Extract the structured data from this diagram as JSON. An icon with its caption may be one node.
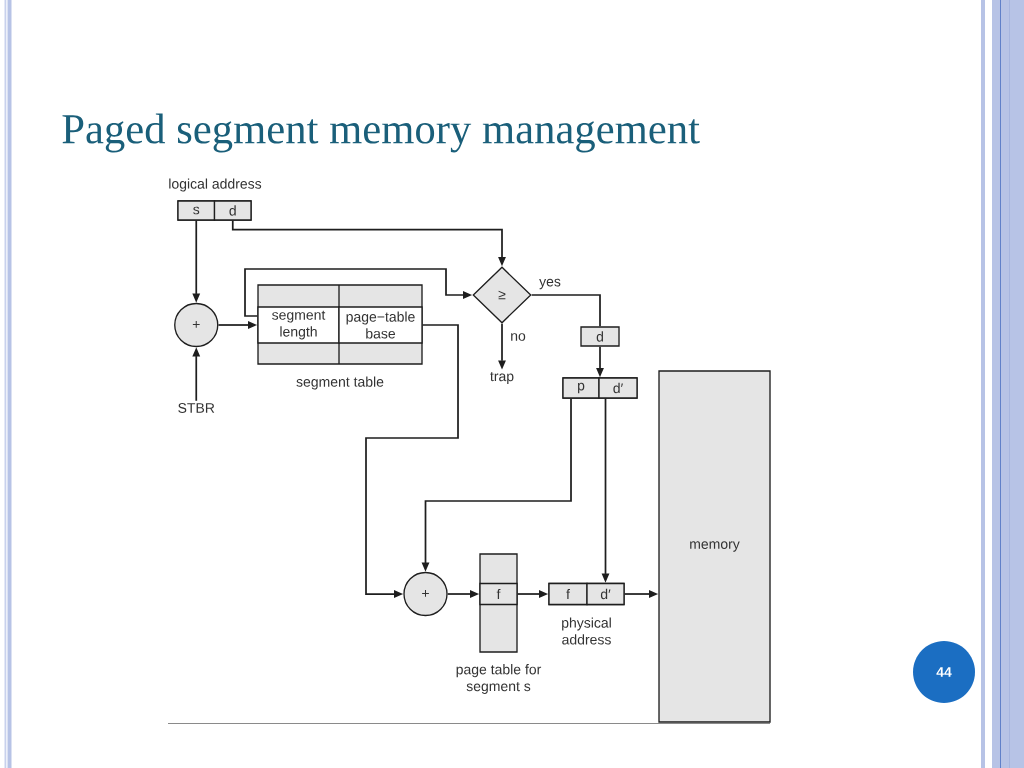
{
  "diagram": {
    "title": "Paged segment memory management",
    "nodes": [
      {
        "text": [
          "logical address"
        ]
      },
      {
        "text": [
          "s"
        ],
        "in": 0
      },
      {
        "text": [
          "d"
        ],
        "in": 0
      },
      {
        "text": [
          "+"
        ]
      },
      {
        "text": [
          "STBR"
        ]
      },
      {
        "text": [
          "segment table"
        ]
      },
      {
        "text": [
          "segment length"
        ],
        "in": 5
      },
      {
        "text": [
          "page−table base"
        ],
        "in": 5
      },
      {
        "text": [
          "≥"
        ]
      },
      {
        "text": [
          "trap"
        ]
      },
      {
        "text": [
          "d"
        ]
      },
      {
        "text": [],
        "shape": "box"
      },
      {
        "text": [
          "p"
        ],
        "in": 11
      },
      {
        "text": [
          "d′"
        ],
        "in": 11
      },
      {
        "text": [
          "+"
        ]
      },
      {
        "text": [
          "page table for segment s"
        ]
      },
      {
        "text": [
          "f"
        ],
        "in": 15
      },
      {
        "text": [
          "physical address"
        ]
      },
      {
        "text": [
          "f"
        ],
        "in": 17
      },
      {
        "text": [
          "d′"
        ],
        "in": 17
      },
      {
        "text": [
          "memory"
        ]
      }
    ],
    "edges": [
      {
        "from": 1,
        "to": 3,
        "arrow": "to"
      },
      {
        "from": 4,
        "to": 3,
        "arrow": "to"
      },
      {
        "from": 3,
        "to": 6,
        "arrow": "to"
      },
      {
        "from": 2,
        "to": 8,
        "arrow": "to"
      },
      {
        "from": 6,
        "to": 8,
        "arrow": "to"
      },
      {
        "from": 8,
        "to": 9,
        "arrow": "to",
        "label": "no"
      },
      {
        "from": 8,
        "to": 10,
        "arrow": "none",
        "label": "yes"
      },
      {
        "from": 10,
        "to": 11,
        "arrow": "to"
      },
      {
        "from": 7,
        "to": 14,
        "arrow": "to"
      },
      {
        "from": 12,
        "to": 14,
        "arrow": "to"
      },
      {
        "from": 13,
        "to": 19,
        "arrow": "to"
      },
      {
        "from": 14,
        "to": 16,
        "arrow": "to"
      },
      {
        "from": 16,
        "to": 18,
        "arrow": "to"
      },
      {
        "from": 19,
        "to": 20,
        "arrow": "to"
      }
    ],
    "labels": [
      "44"
    ]
  }
}
